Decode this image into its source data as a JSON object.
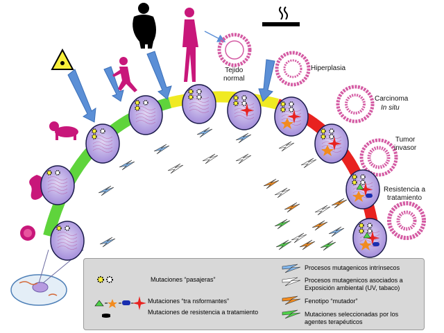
{
  "stages": {
    "tejido_normal": "Tejido\nnormal",
    "hiperplasia": "Hiperplasia",
    "carcinoma": "Carcinoma",
    "in_situ": "In situ",
    "tumor_invasor": "Tumor\ninvasor",
    "resistencia": "Resistencia a\ntratamiento"
  },
  "legend": {
    "pasajeras": "Mutaciones “pasajeras”",
    "transformantes": "Mutaciones “tra nsformantes”",
    "resistencia": "Mutaciones de resistencia a tratamiento",
    "intrinsecos": "Procesos mutagenicos intrínsecos",
    "ambiental": "Procesos mutagenicos asociados a\nExposición ambiental (UV, tabaco)",
    "mutador": "Fenotipo “mutador”",
    "seleccionadas": "Mutaciones seleccionadas por los\nagentes terapéuticos"
  },
  "colors": {
    "magenta": "#c8177a",
    "arc_green": "#5fd43c",
    "arc_yellow": "#f0ea22",
    "arc_red": "#e8221f",
    "arrow_blue": "#5b8fd6",
    "bolt_blue": "#7fb3e8",
    "bolt_white": "#ffffff",
    "bolt_orange": "#f28b1f",
    "bolt_green": "#4fd14a",
    "cell_purple": "#b7a4e0",
    "legend_bg": "#d8d8d8"
  }
}
